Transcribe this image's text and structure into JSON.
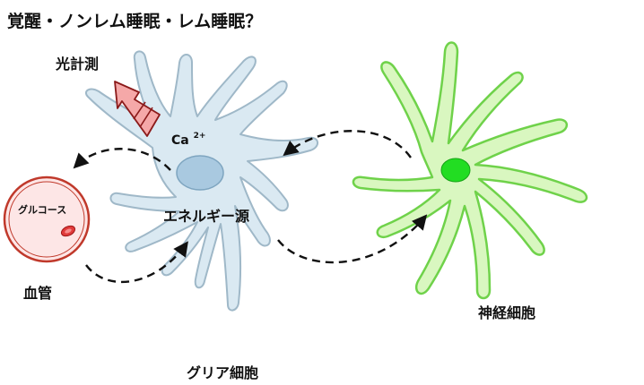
{
  "title": "覚醒・ノンレム睡眠・レム睡眠？",
  "labels": {
    "optical_measurement": "光計測",
    "calcium": "Ca",
    "calcium_charge": "2+",
    "glucose": "グルコース",
    "energy_source": "エネルギー源",
    "blood_vessel": "血管",
    "neuron": "神経細胞",
    "glia": "グリア細胞"
  },
  "colors": {
    "glia_fill": "#dae9f2",
    "glia_stroke": "#9fb8c8",
    "glia_nucleus": "#a9c9e0",
    "neuron_fill": "#d9f7c0",
    "neuron_stroke": "#6fd24a",
    "neuron_nucleus": "#22dd22",
    "vessel_fill": "#fde6e6",
    "vessel_stroke": "#c0392b",
    "arrow_fill": "#f5a8a8",
    "arrow_stroke": "#8b1a1a",
    "dashed_arrows": "#111111"
  }
}
